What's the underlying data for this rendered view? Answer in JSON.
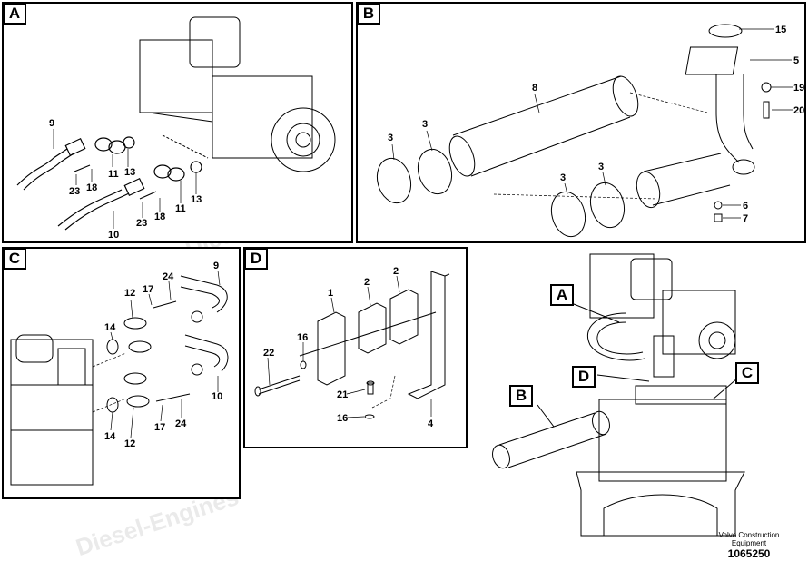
{
  "panels": {
    "a": {
      "tag": "A"
    },
    "b": {
      "tag": "B"
    },
    "c": {
      "tag": "C"
    },
    "d": {
      "tag": "D"
    }
  },
  "panel_a_labels": [
    "9",
    "11",
    "13",
    "23",
    "18",
    "11",
    "13",
    "23",
    "18",
    "10"
  ],
  "panel_b_labels": [
    "15",
    "5",
    "19",
    "20",
    "8",
    "3",
    "3",
    "3",
    "3",
    "6",
    "7"
  ],
  "panel_c_labels": [
    "9",
    "24",
    "17",
    "12",
    "14",
    "10",
    "14",
    "12",
    "17",
    "24"
  ],
  "panel_d_labels": [
    "1",
    "2",
    "2",
    "22",
    "16",
    "21",
    "16",
    "4"
  ],
  "overview_callouts": [
    "A",
    "B",
    "C",
    "D"
  ],
  "footer": {
    "company": "Volvo Construction",
    "company2": "Equipment",
    "drawing_no": "1065250"
  },
  "watermark": {
    "cn": "紫发动力",
    "en": "Diesel-Engines"
  },
  "colors": {
    "line": "#000000",
    "panel_border": "#000000",
    "watermark": "#a0a0a0"
  }
}
